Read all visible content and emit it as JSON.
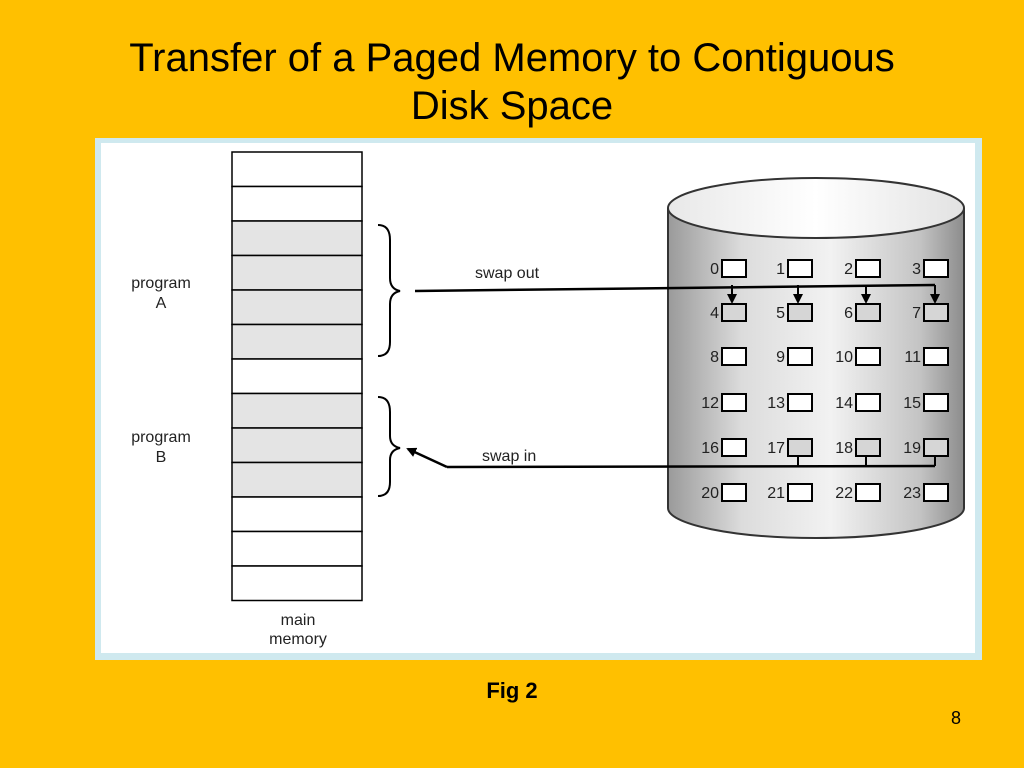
{
  "slide": {
    "title_line1": "Transfer of a Paged Memory to Contiguous",
    "title_line2": "Disk Space",
    "caption": "Fig 2",
    "page_number": "8"
  },
  "memory": {
    "label_line1": "main",
    "label_line2": "memory",
    "program_a_line1": "program",
    "program_a_line2": "A",
    "program_b_line1": "program",
    "program_b_line2": "B",
    "shaded_rows": [
      2,
      3,
      4,
      5,
      7,
      8,
      9
    ]
  },
  "arrows": {
    "swap_out": "swap out",
    "swap_in": "swap in"
  },
  "disk": {
    "blocks": [
      "0",
      "1",
      "2",
      "3",
      "4",
      "5",
      "6",
      "7",
      "8",
      "9",
      "10",
      "11",
      "12",
      "13",
      "14",
      "15",
      "16",
      "17",
      "18",
      "19",
      "20",
      "21",
      "22",
      "23"
    ],
    "shaded_blocks": [
      4,
      5,
      6,
      7,
      17,
      18,
      19
    ]
  },
  "colors": {
    "background": "#FFC000",
    "panel_border": "#cfe9ef",
    "shade": "#e4e4e4"
  }
}
